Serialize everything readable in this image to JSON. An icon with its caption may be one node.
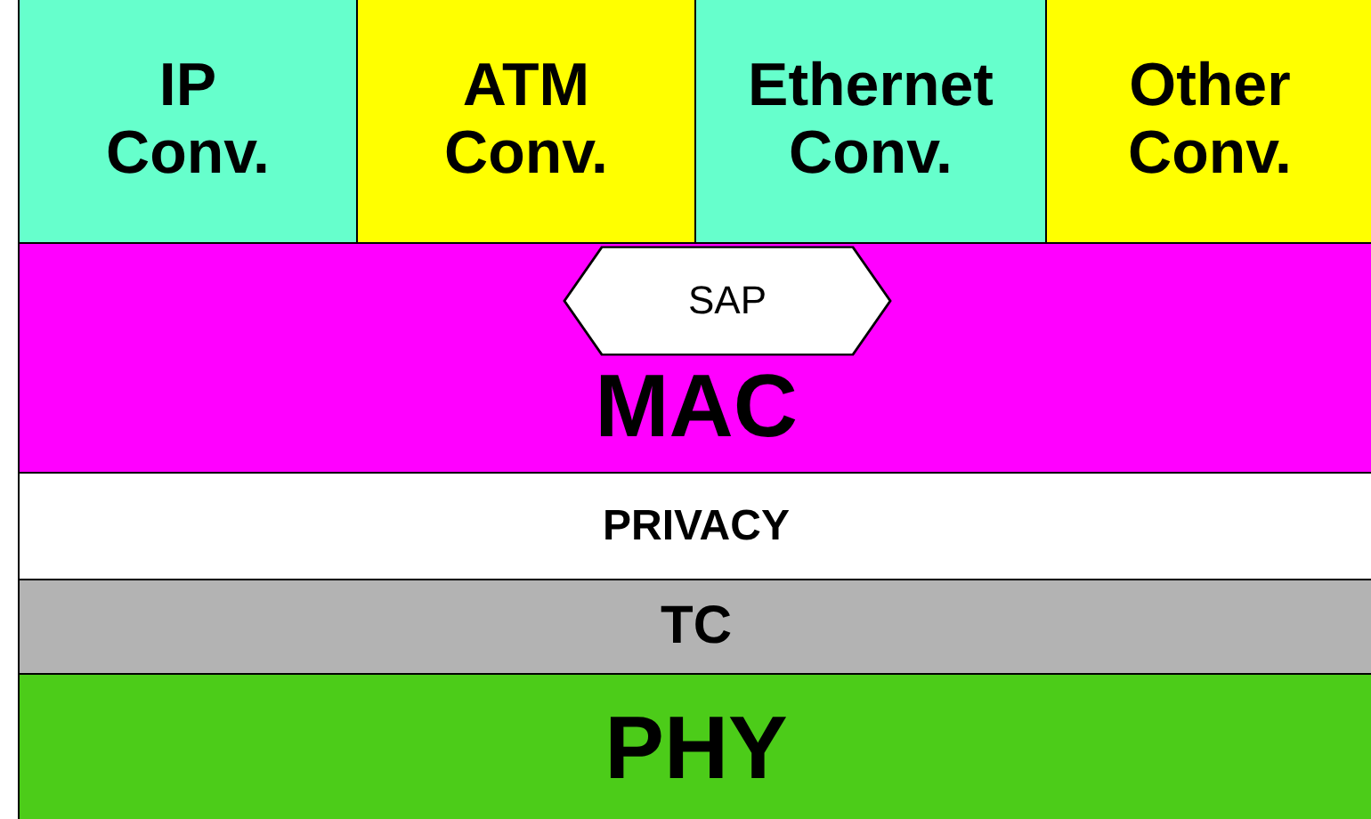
{
  "diagram": {
    "nodes": [
      {
        "text": [
          "IP Conv."
        ]
      },
      {
        "text": [
          "ATM Conv."
        ]
      },
      {
        "text": [
          "Ethernet Conv."
        ]
      },
      {
        "text": [
          "Other Conv."
        ]
      },
      {
        "text": [
          "SAP"
        ],
        "in": 5
      },
      {
        "text": [
          "MAC"
        ]
      },
      {
        "text": [
          "PRIVACY"
        ]
      },
      {
        "text": [
          "TC"
        ]
      },
      {
        "text": [
          "PHY"
        ]
      }
    ]
  }
}
